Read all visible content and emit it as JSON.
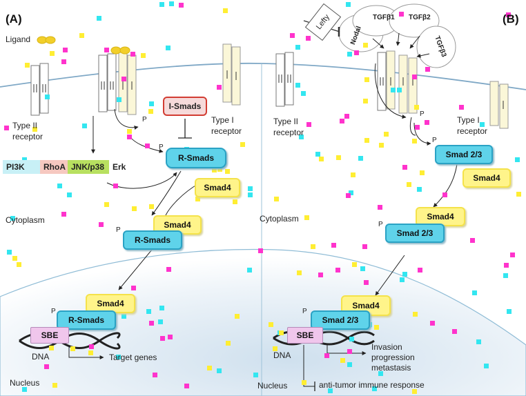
{
  "panels": {
    "left": "(A)",
    "right": "(B)"
  },
  "labels": {
    "ligand": "Ligand",
    "type2_receptor_left": "Type II\nreceptor",
    "type1_receptor_left": "Type I\nreceptor",
    "type2_receptor_right": "Type II\nreceptor",
    "type1_receptor_right": "Type I\nreceptor",
    "cytoplasm_left": "Cytoplasm",
    "cytoplasm_right": "Cytoplasm",
    "nucleus_left": "Nucleus",
    "nucleus_right": "Nucleus",
    "dna_left": "DNA",
    "dna_right": "DNA",
    "phospho": "P"
  },
  "left_pathway": {
    "noncanonical": [
      "PI3K",
      "RhoA",
      "JNK/p38",
      "Erk"
    ],
    "i_smads": "I-Smads",
    "r_smads": "R-Smads",
    "smad4": "Smad4",
    "sbe": "SBE",
    "target_genes": "Target genes"
  },
  "right_pathway": {
    "ligands": [
      "Lefty",
      "Nodal",
      "TGFβ1",
      "TGFβ2",
      "TGFβ3"
    ],
    "smad23": "Smad 2/3",
    "smad4": "Smad4",
    "sbe": "SBE",
    "outcome_1": "Invasion\nprogression\nmetastasis",
    "outcome_2": "anti-tumor immune response"
  },
  "colors": {
    "cyan_box": "#5fd3ea",
    "yellow_box": "#fff48a",
    "i_smads_border": "#d23c32",
    "sbe_fill": "#f0c6ec",
    "membrane": "#7fa8c6",
    "pi3k": "#c8f0f6",
    "rhoa": "#f6c8c0",
    "jnk": "#b8e060"
  }
}
